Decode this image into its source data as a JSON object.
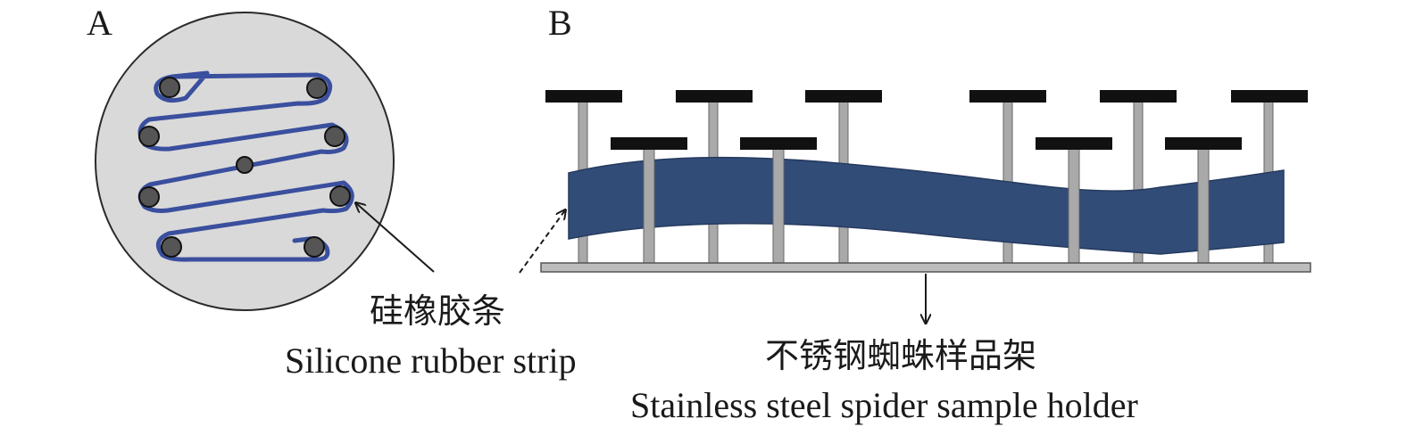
{
  "panels": {
    "a": {
      "letter": "A"
    },
    "b": {
      "letter": "B"
    }
  },
  "labels": {
    "strip": {
      "zh": "硅橡胶条",
      "en": "Silicone rubber strip"
    },
    "holder": {
      "zh": "不锈钢蜘蛛样品架",
      "en": "Stainless steel spider sample holder"
    }
  },
  "colors": {
    "disk": "#d9d9d9",
    "disk_edge": "#2a2a2a",
    "strip": "#3a4f9e",
    "strip_b": "#324c78",
    "peg": "#555555",
    "rod": "#a9a9a9",
    "cap": "#111111",
    "text": "#1a1a1a"
  }
}
